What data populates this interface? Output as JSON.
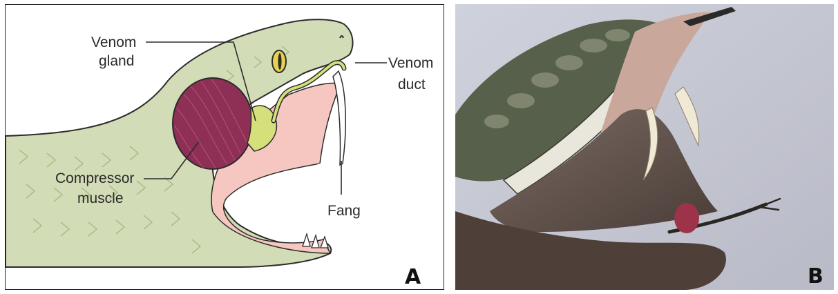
{
  "panel_a": {
    "letter": "A",
    "labels": {
      "venom_gland_line1": "Venom",
      "venom_gland_line2": "gland",
      "venom_duct_line1": "Venom",
      "venom_duct_line2": "duct",
      "compressor_line1": "Compressor",
      "compressor_line2": "muscle",
      "fang": "Fang"
    },
    "colors": {
      "skin": "#d2dcb6",
      "muscle": "#8e2f55",
      "gland": "#d6e07a",
      "mouth": "#f6c6c0",
      "outline": "#2b2b2b"
    }
  },
  "panel_b": {
    "letter": "B"
  }
}
